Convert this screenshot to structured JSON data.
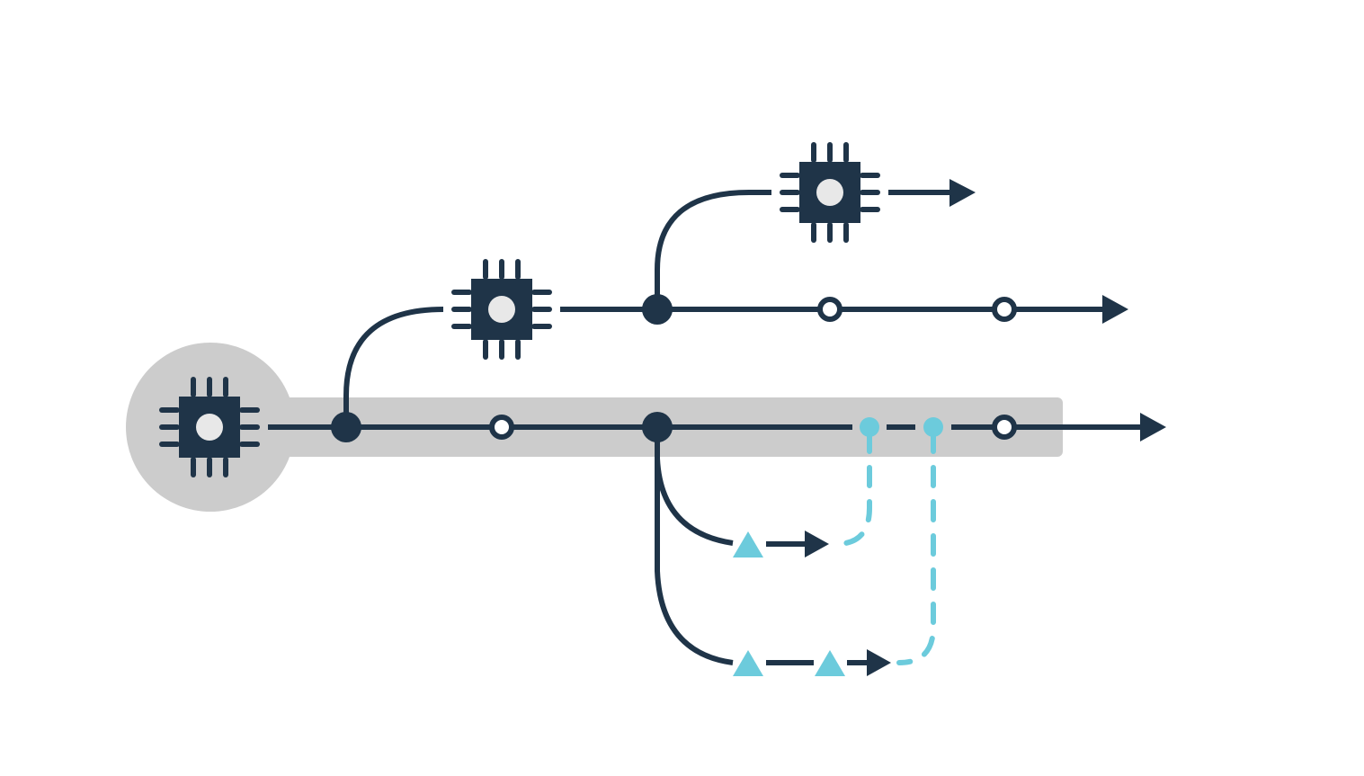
{
  "colors": {
    "background": "#ffffff",
    "primary": "#1f3448",
    "accent": "#6ccbdc",
    "highlight": "#cccccc",
    "chip_core": "#e8e8e8"
  },
  "icons": {
    "processor": "chip-icon",
    "arrowhead": "arrowhead-icon",
    "branch_node": "filled-node-icon",
    "checkpoint": "hollow-node-icon",
    "merge_point": "dot-icon",
    "marker": "triangle-icon"
  },
  "lanes": [
    {
      "id": "main",
      "highlighted": true,
      "starts_with": "processor"
    },
    {
      "id": "branch-1",
      "highlighted": false,
      "starts_with": "processor"
    },
    {
      "id": "branch-2",
      "highlighted": false,
      "starts_with": "processor"
    },
    {
      "id": "sub-branch-a",
      "highlighted": false,
      "markers": 1,
      "merges_into": "main"
    },
    {
      "id": "sub-branch-b",
      "highlighted": false,
      "markers": 2,
      "merges_into": "main"
    }
  ]
}
